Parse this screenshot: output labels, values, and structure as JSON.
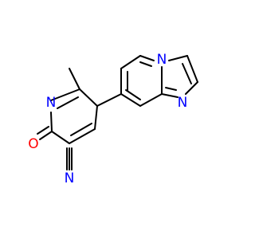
{
  "colors": {
    "background": "#ffffff",
    "bond": "#000000",
    "oxygen": "#ff0000",
    "nitrogen": "#0000ff",
    "carbon": "#000000"
  },
  "atom_labels": {
    "oxygen": "O",
    "pyridone_nitrogen": "N",
    "nitrile_nitrogen": "N",
    "imidazole_nitrogen": "N",
    "bridgehead_nitrogen": "N"
  }
}
